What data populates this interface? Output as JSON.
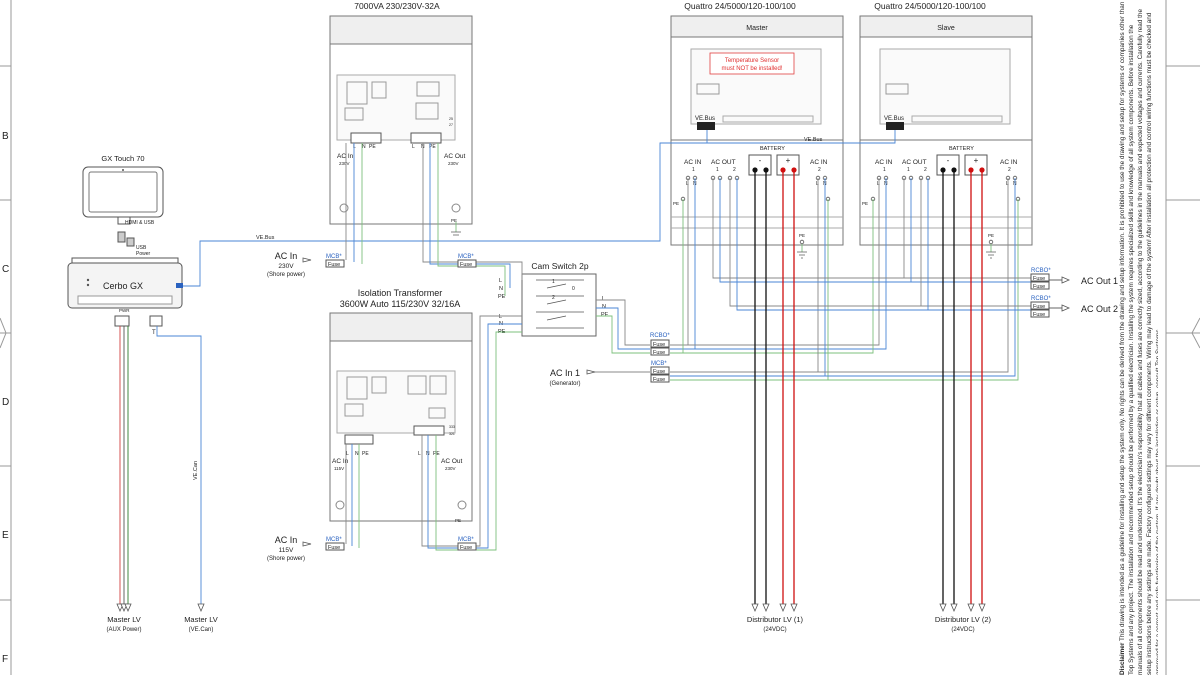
{
  "frame": {
    "rows": [
      "B",
      "C",
      "D",
      "E",
      "F"
    ]
  },
  "devices": {
    "transformer_top": {
      "title": "7000VA 230/230V-32A",
      "ac_in": "AC In",
      "ac_in_v": "230V",
      "ac_out": "AC Out",
      "ac_out_v": "230V",
      "term_l": "L",
      "term_n": "N",
      "term_pe": "PE",
      "pe": "PE",
      "tiny1": "25",
      "tiny2": "27"
    },
    "transformer_bottom": {
      "title1": "Isolation Transformer",
      "title2": "3600W Auto 115/230V 32/16A",
      "ac_in": "AC In",
      "ac_in_v": "115V",
      "ac_out": "AC Out",
      "ac_out_v": "230V",
      "term_l": "L",
      "term_n": "N",
      "term_pe": "PE",
      "pe": "PE",
      "tiny1": "333",
      "tiny2": "321"
    },
    "quattro_master": {
      "title": "Quattro 24/5000/120-100/100",
      "role": "Master",
      "warning1": "Temperature Sensor",
      "warning2": "must NOT be installed!",
      "vebus": "VE.Bus",
      "battery": "BATTERY",
      "minus": "-",
      "plus": "+",
      "ac_in1": "AC IN",
      "ac_in1_n": "1",
      "ac_out": "AC OUT",
      "ac_out_n1": "1",
      "ac_out_n2": "2",
      "ac_in2": "AC IN",
      "ac_in2_n": "2",
      "l": "L",
      "n": "N",
      "pe": "PE"
    },
    "quattro_slave": {
      "title": "Quattro 24/5000/120-100/100",
      "role": "Slave",
      "vebus": "VE.Bus",
      "battery": "BATTERY",
      "minus": "-",
      "plus": "+",
      "ac_in1": "AC IN",
      "ac_in1_n": "1",
      "ac_out": "AC OUT",
      "ac_out_n1": "1",
      "ac_out_n2": "2",
      "ac_in2": "AC IN",
      "ac_in2_n": "2",
      "l": "L",
      "n": "N",
      "pe": "PE"
    },
    "gx_touch": {
      "title": "GX Touch 70",
      "hdmi": "HDMI & USB",
      "usb1": "USB",
      "usb2": "Power"
    },
    "cerbo": {
      "title": "Cerbo GX",
      "pwr": "PWR",
      "t": "T"
    },
    "cam_switch": {
      "title": "Cam Switch 2p",
      "l": "L",
      "n": "N",
      "pe": "PE",
      "p1": "1",
      "p2": "2",
      "p0": "0"
    }
  },
  "labels": {
    "vebus_line": "VE.Bus",
    "vebus_line2": "VE.Bus",
    "vecan": "VE.Can",
    "mcb": "MCB*",
    "rcbo": "RCBO*",
    "fuse": "Fuse",
    "shore1_title": "AC In",
    "shore1_v": "230V",
    "shore1_sub": "(Shore power)",
    "shore2_title": "AC In",
    "shore2_v": "115V",
    "shore2_sub": "(Shore power)",
    "gen_title": "AC In 1",
    "gen_sub": "(Generator)",
    "acout1": "AC Out 1",
    "acout2": "AC Out 2",
    "master_lv1": "Master LV",
    "master_lv1_sub": "(AUX Power)",
    "master_lv2": "Master LV",
    "master_lv2_sub": "(VE.Can)",
    "dist1": "Distributor LV (1)",
    "dist1_sub": "(24VDC)",
    "dist2": "Distributor LV (2)",
    "dist2_sub": "(24VDC)"
  },
  "disclaimer": {
    "heading": "Disclaimer",
    "text": "This drawing is intended as a guideline for installing and setup the system only. No rights can be derived from the drawing and setup information. It is prohibited to use the drawing and setup for systems or companies other than Top Systems and any project. The installation and recommended setup should be performed by a qualified electrician. Installing the system requires specialized skills and knowledge of all system components. Before installation the manuals of all components should be read and understood. It's the electrician's responsibility that all cables and fuses are correctly sized, according to the guidelines in the manuals and expected voltages and currents. Carefully read the setup instructions before any settings are made. Factory configured settings may vary for different components. Wiring may lead to damage of the system! After installation all protection and control wiring functions must be checked and approved for a correct and safe functioning of the system. If any doubt about the installation or setup, consult Top Systems."
  }
}
